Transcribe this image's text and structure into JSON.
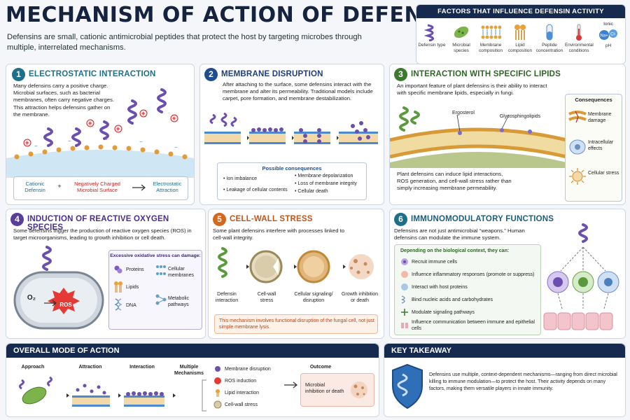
{
  "header": {
    "title": "MECHANISM OF ACTION OF DEFENSINS",
    "intro": "Defensins are small, cationic antimicrobial peptides that protect the host by targeting microbes through multiple, interrelated mechanisms."
  },
  "factors": {
    "title": "FACTORS THAT INFLUENCE DEFENSIN ACTIVITY",
    "items": [
      {
        "label": "Defensin type",
        "icon": "helix-icon"
      },
      {
        "label": "Microbial species",
        "icon": "microbe-icon"
      },
      {
        "label": "Membrane composition",
        "icon": "membrane-icon"
      },
      {
        "label": "Lipid composition",
        "icon": "lipid-icon"
      },
      {
        "label": "Peptide concentration",
        "icon": "test-tube-icon"
      },
      {
        "label": "Environmental conditions",
        "icon": "thermometer-icon"
      },
      {
        "label": "pH",
        "icon": "ions-icon",
        "badge": "Ionic",
        "ions": [
          "Na+",
          "Cl-"
        ]
      }
    ]
  },
  "sections": {
    "s1": {
      "number": "1",
      "title": "ELECTROSTATIC INTERACTION",
      "text": "Many defensins carry a positive charge. Microbial surfaces, such as bacterial membranes, often carry negative charges. This attraction helps defensins gather on the membrane.",
      "eq_left": "Cationic Defensin",
      "eq_plus": "+",
      "eq_mid": "Negatively Charged Microbial Surface",
      "eq_right": "Electrostatic Attraction"
    },
    "s2": {
      "number": "2",
      "title": "MEMBRANE DISRUPTION",
      "text": "After attaching to the surface, some defensins interact with the membrane and alter its permeability. Traditional models include carpet, pore formation, and membrane destabilization.",
      "consequences_title": "Possible consequences",
      "consequences": [
        "Ion imbalance",
        "Leakage of cellular contents",
        "Membrane depolarization",
        "Loss of membrane integrity",
        "Cellular death"
      ]
    },
    "s3": {
      "number": "3",
      "title": "INTERACTION WITH SPECIFIC LIPIDS",
      "text": "An important feature of plant defensins is their ability to interact with specific membrane lipids, especially in fungi.",
      "label_a": "Ergosterol",
      "label_b": "Glycosphingolipids",
      "text2": "Plant defensins can induce lipid interactions, ROS generation, and cell-wall stress rather than simply increasing membrane permeability.",
      "consequences_title": "Consequences",
      "consequences": [
        "Membrane damage",
        "Intracellular effects",
        "Cellular stress"
      ]
    },
    "s4": {
      "number": "4",
      "title": "INDUCTION OF REACTIVE OXYGEN SPECIES",
      "text": "Some defensins trigger the production of reactive oxygen species (ROS) in target microorganisms, leading to growth inhibition or cell death.",
      "o2": "O₂",
      "ros": "ROS",
      "damage_title": "Excessive oxidative stress can damage:",
      "damage": [
        "Proteins",
        "Cellular membranes",
        "Lipids",
        "DNA",
        "Metabolic pathways"
      ]
    },
    "s5": {
      "number": "5",
      "title": "CELL-WALL STRESS",
      "text": "Some plant defensins interfere with processes linked to cell-wall integrity.",
      "steps": [
        "Defensin interaction",
        "Cell-wall stress",
        "Cellular signaling/ disruption",
        "Growth inhibition or death"
      ],
      "note": "This mechanism involves functional disruption of the fungal cell, not just simple membrane lysis."
    },
    "s6": {
      "number": "6",
      "title": "IMMUNOMODULATORY FUNCTIONS",
      "text": "Defensins are not just antimicrobial “weapons.” Human defensins can modulate the immune system.",
      "list_title": "Depending on the biological context, they can:",
      "list": [
        "Recruit immune cells",
        "Influence inflammatory responses (promote or suppress)",
        "Interact with host proteins",
        "Bind nucleic acids and carbohydrates",
        "Modulate signaling pathways",
        "Influence communication between immune and epithelial cells"
      ]
    }
  },
  "overall": {
    "title": "OVERALL MODE OF ACTION",
    "steps": [
      "Approach",
      "Attraction",
      "Interaction",
      "Multiple Mechanisms"
    ],
    "mechanisms": [
      "Membrane disruption",
      "ROS induction",
      "Lipid interaction",
      "Cell-wall stress"
    ],
    "outcome_label": "Outcome",
    "outcome": "Microbial inhibition or death"
  },
  "takeaway": {
    "title": "KEY TAKEAWAY",
    "text": "Defensins use multiple, context-dependent mechanisms—ranging from direct microbial killing to immune modulation—to protect the host. Their activity depends on many factors, making them versatile players in innate immunity."
  },
  "colors": {
    "navy": "#16294e",
    "teal": "#1d6f8a",
    "purple": "#5a3d9a",
    "green": "#3b7a2f",
    "orange": "#d2691e",
    "red": "#c62828"
  }
}
